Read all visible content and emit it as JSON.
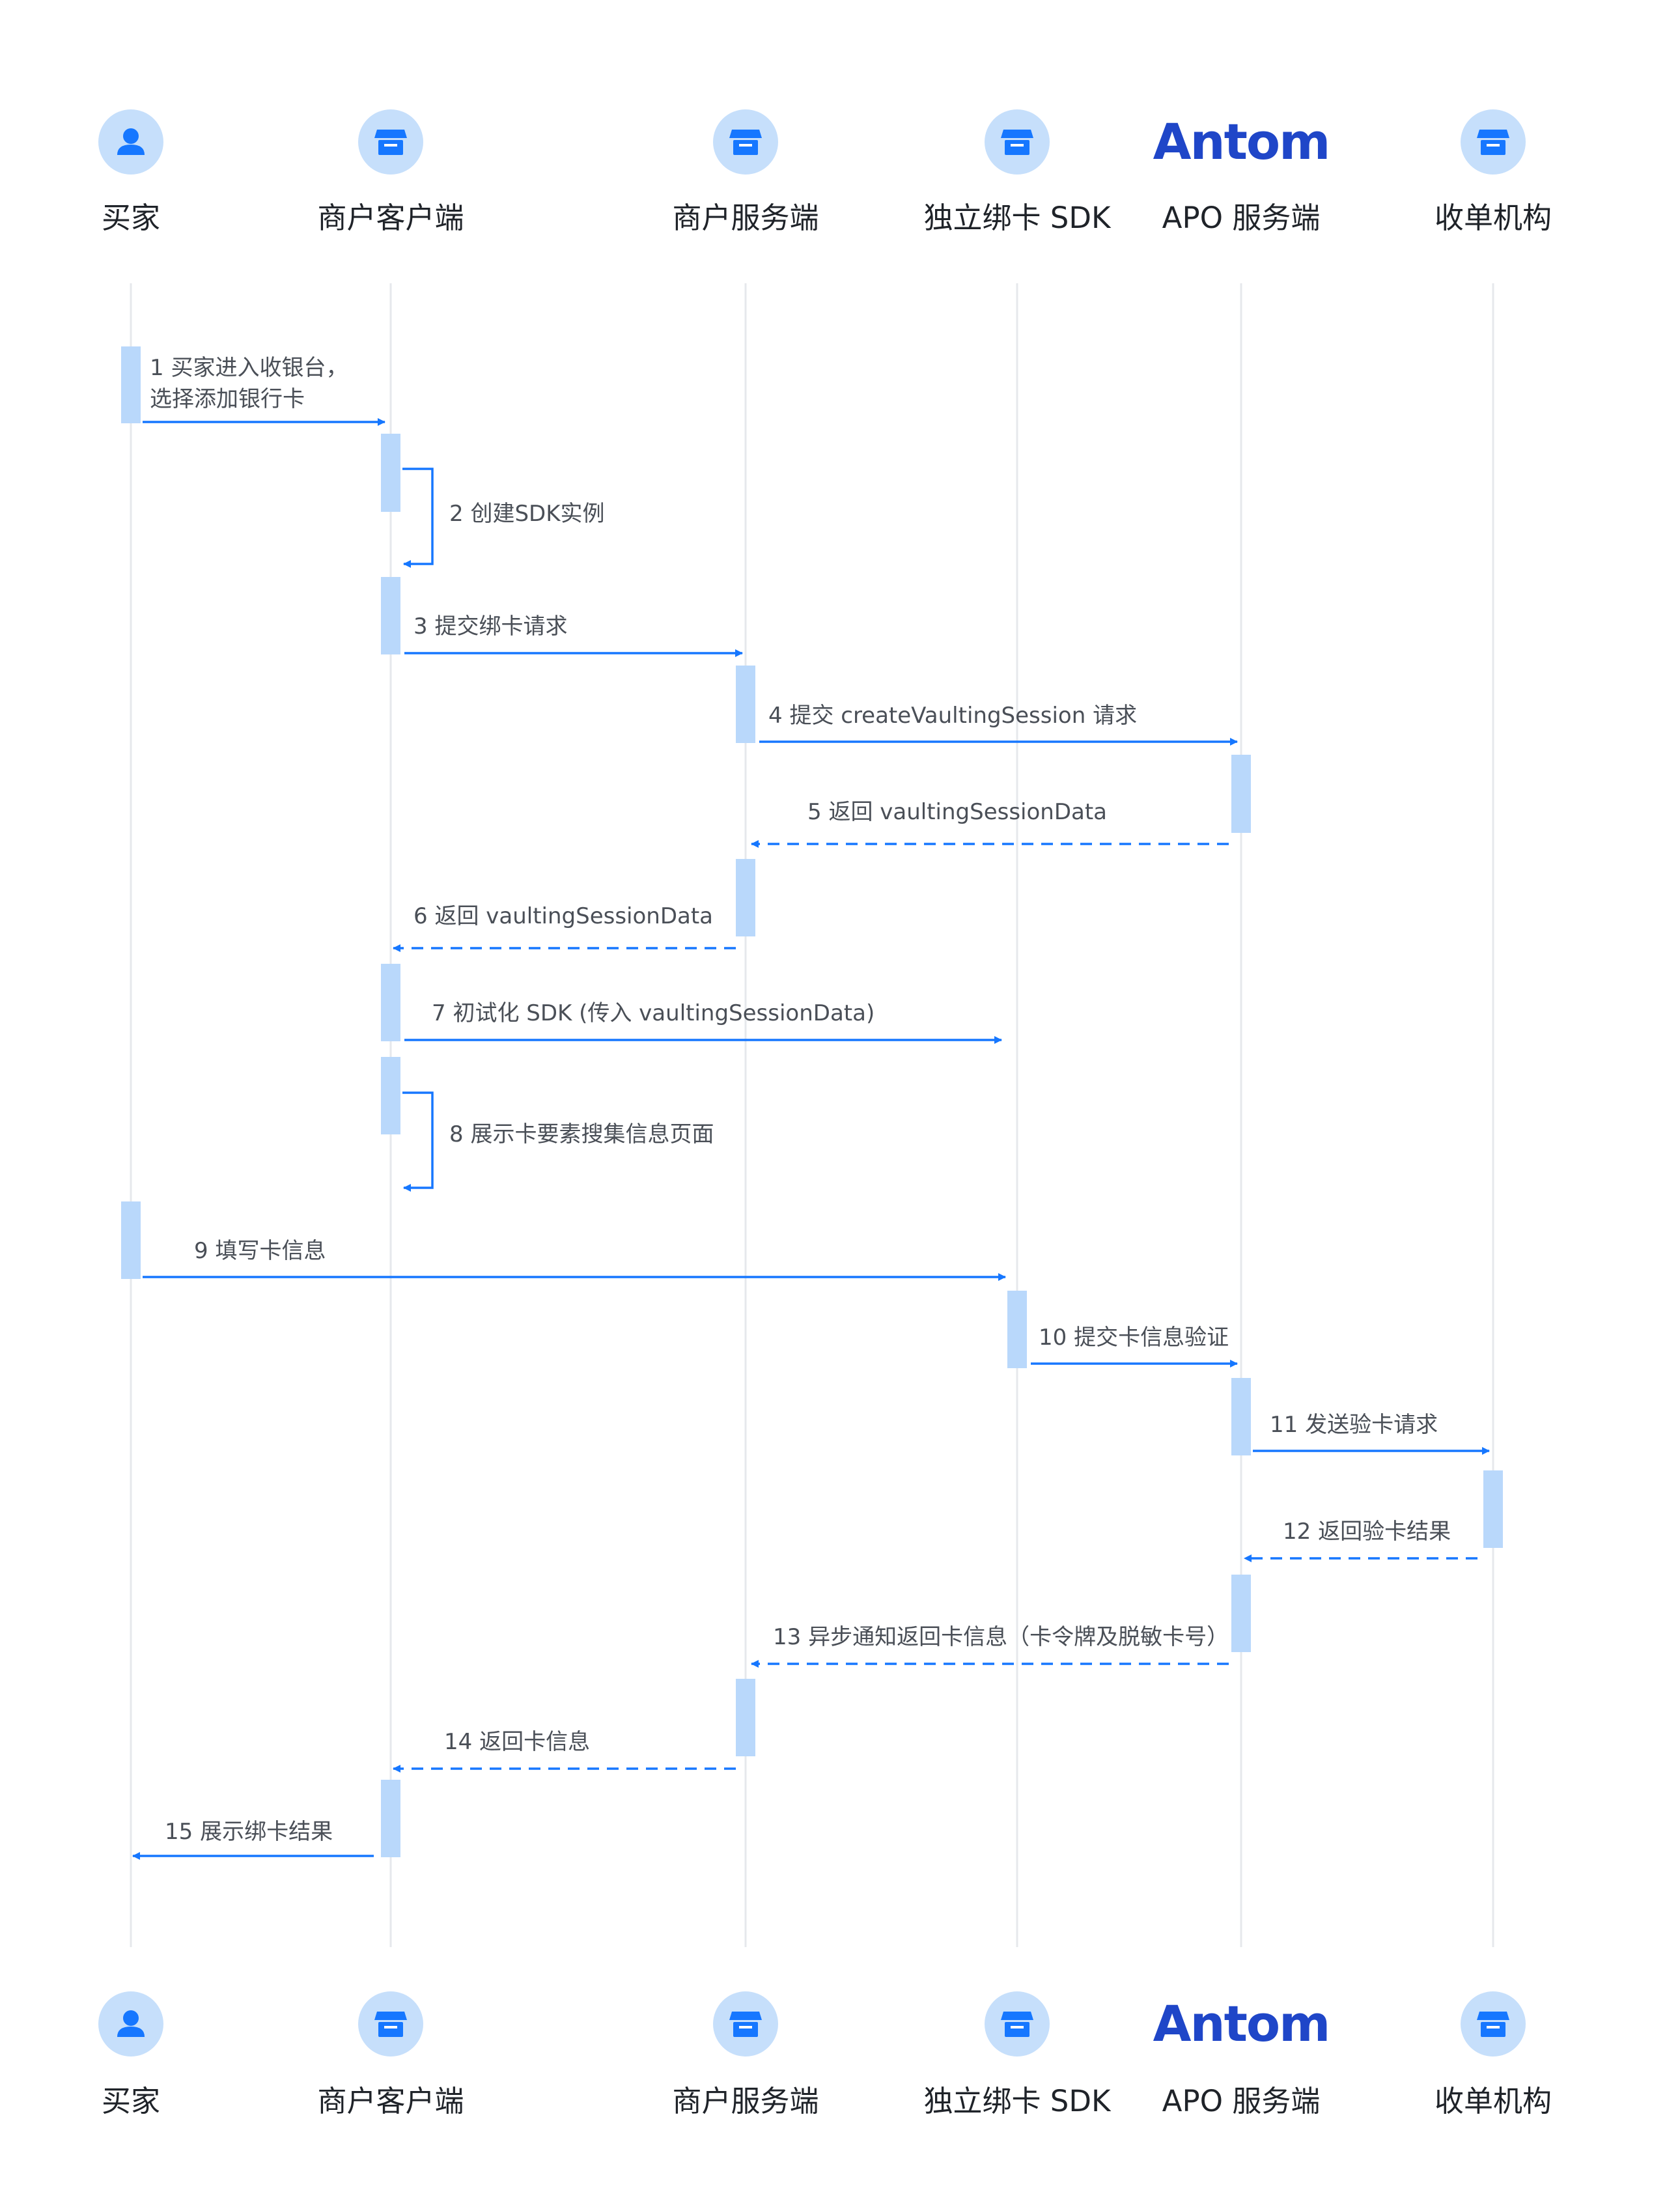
{
  "colors": {
    "lifeline": "#e6e8ec",
    "activation": "#b9d8fb",
    "arrow": "#1677ff",
    "icon_bg": "#c6dffb",
    "icon_fg": "#1677ff",
    "text": "#1f2329",
    "label": "#4a4f57",
    "logo": "#1f46c8"
  },
  "participants": [
    {
      "id": "buyer",
      "name": "买家",
      "icon": "user-icon"
    },
    {
      "id": "merchant_client",
      "name": "商户客户端",
      "icon": "store-icon"
    },
    {
      "id": "merchant_server",
      "name": "商户服务端",
      "icon": "store-icon"
    },
    {
      "id": "sdk",
      "name": "独立绑卡 SDK",
      "icon": "store-icon"
    },
    {
      "id": "apo",
      "name": "APO 服务端",
      "icon": "antom-logo",
      "logo_text": "Antom"
    },
    {
      "id": "acquirer",
      "name": "收单机构",
      "icon": "store-icon"
    }
  ],
  "messages": [
    {
      "num": 1,
      "from": "buyer",
      "to": "merchant_client",
      "style": "solid",
      "lines": [
        "1 买家进入收银台，",
        "选择添加银行卡"
      ]
    },
    {
      "num": 2,
      "from": "merchant_client",
      "to": "merchant_client",
      "style": "self",
      "lines": [
        "2 创建SDK实例"
      ]
    },
    {
      "num": 3,
      "from": "merchant_client",
      "to": "merchant_server",
      "style": "solid",
      "lines": [
        "3 提交绑卡请求"
      ]
    },
    {
      "num": 4,
      "from": "merchant_server",
      "to": "apo",
      "style": "solid",
      "lines": [
        "4 提交 createVaultingSession 请求"
      ]
    },
    {
      "num": 5,
      "from": "apo",
      "to": "merchant_server",
      "style": "dashed",
      "lines": [
        "5 返回 vaultingSessionData"
      ]
    },
    {
      "num": 6,
      "from": "merchant_server",
      "to": "merchant_client",
      "style": "dashed",
      "lines": [
        "6 返回 vaultingSessionData"
      ]
    },
    {
      "num": 7,
      "from": "merchant_client",
      "to": "sdk",
      "style": "solid",
      "lines": [
        "7 初试化 SDK (传入 vaultingSessionData)"
      ]
    },
    {
      "num": 8,
      "from": "merchant_client",
      "to": "merchant_client",
      "style": "self",
      "lines": [
        "8 展示卡要素搜集信息页面"
      ]
    },
    {
      "num": 9,
      "from": "buyer",
      "to": "sdk",
      "style": "solid",
      "lines": [
        "9 填写卡信息"
      ]
    },
    {
      "num": 10,
      "from": "sdk",
      "to": "apo",
      "style": "solid",
      "lines": [
        "10 提交卡信息验证"
      ]
    },
    {
      "num": 11,
      "from": "apo",
      "to": "acquirer",
      "style": "solid",
      "lines": [
        "11 发送验卡请求"
      ]
    },
    {
      "num": 12,
      "from": "acquirer",
      "to": "apo",
      "style": "dashed",
      "lines": [
        "12 返回验卡结果"
      ]
    },
    {
      "num": 13,
      "from": "apo",
      "to": "merchant_server",
      "style": "dashed",
      "lines": [
        "13 异步通知返回卡信息（卡令牌及脱敏卡号）"
      ]
    },
    {
      "num": 14,
      "from": "merchant_server",
      "to": "merchant_client",
      "style": "dashed",
      "lines": [
        "14 返回卡信息"
      ]
    },
    {
      "num": 15,
      "from": "merchant_client",
      "to": "buyer",
      "style": "solid",
      "lines": [
        "15 展示绑卡结果"
      ]
    }
  ]
}
